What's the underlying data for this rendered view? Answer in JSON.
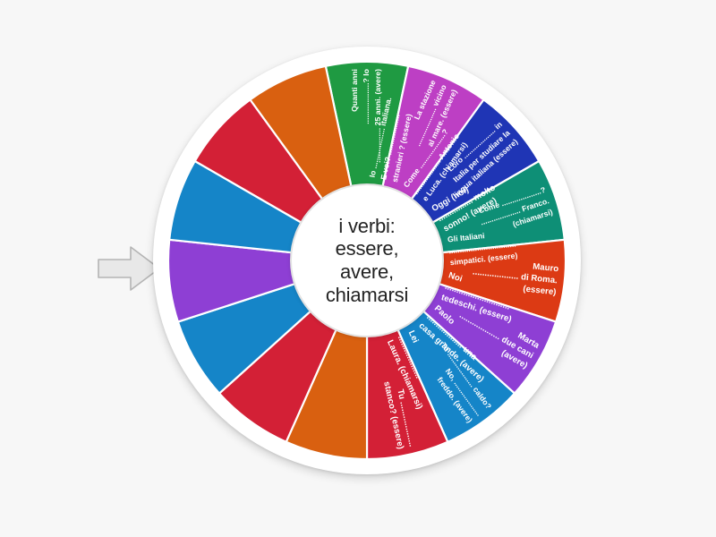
{
  "app": {
    "title": "Spinner wheel",
    "background_color": "#f7f7f7"
  },
  "pointer": {
    "name": "spin-pointer",
    "direction": "right",
    "fill": "#e8e8e8",
    "stroke": "#b4b4b4"
  },
  "wheel": {
    "hub_text": "i verbi:\nessere,\navere,\nchiamarsi",
    "hub_background": "#ffffff",
    "rim_color": "#ffffff",
    "segment_count": 15,
    "segments": [
      {
        "index": 1,
        "color": "#1F9A42",
        "color_name": "green",
        "lines": [
          "Quanti anni",
          "...................?  Io",
          "................ 25 anni. (avere)"
        ],
        "text": "Quanti anni ...................? Io ................ 25 anni. (avere)"
      },
      {
        "index": 2,
        "color": "#BD3FC4",
        "color_name": "magenta",
        "lines": [
          "La stazione",
          "................... vicino",
          "al mare. (essere)"
        ],
        "text": "La stazione ................... vicino al mare. (essere)"
      },
      {
        "index": 3,
        "color": "#1F35B5",
        "color_name": "blue",
        "lines": [
          "Loro ................... in",
          "Italia per studiare la",
          "lingua italiana (essere)"
        ],
        "text": "Loro ................... in Italia per studiare la lingua italiana (essere)"
      },
      {
        "index": 4,
        "color": "#0E8F76",
        "color_name": "teal",
        "lines": [
          "Come ...................?",
          "................... Franco.",
          "(chiamarsi)"
        ],
        "text": "Come ...................? ................... Franco. (chiamarsi)"
      },
      {
        "index": 5,
        "color": "#DC3A14",
        "color_name": "orange-red",
        "lines": [
          "Mauro",
          "................... di Roma.",
          "(essere)"
        ],
        "text": "Mauro ................... di Roma. (essere)"
      },
      {
        "index": 6,
        "color": "#8E3FD4",
        "color_name": "purple",
        "lines": [
          "Marta",
          "................... due cani",
          "(avere)"
        ],
        "text": "Marta ................... due cani (avere)"
      },
      {
        "index": 7,
        "color": "#1585C8",
        "color_name": "light-blue",
        "lines": [
          "Tu ................... caldo?",
          "No, ...................",
          "freddo. (avere)"
        ],
        "text": "Tu ................... caldo? No, ................... freddo. (avere)"
      },
      {
        "index": 8,
        "color": "#D32036",
        "color_name": "red",
        "lines": [
          "Tu ...................",
          "stanco? (essere)"
        ],
        "text": "Tu ................... stanco? (essere)"
      },
      {
        "index": 9,
        "color": "#D96010",
        "color_name": "orange",
        "lines": [
          "Io ................... italiana.",
          "E voi? ...................",
          "stranieri ? (essere)"
        ],
        "text": "Io ................... italiana. E voi? ................... stranieri ? (essere)"
      },
      {
        "index": 10,
        "color": "#D32036",
        "color_name": "red",
        "lines": [
          "Come ...................?",
          "................... Antonio",
          "e Luca. (chiamarsi)"
        ],
        "text": "Come ...................? ................... Antonio e Luca. (chiamarsi)"
      },
      {
        "index": 11,
        "color": "#1585C8",
        "color_name": "light-blue",
        "lines": [
          "Oggi (noi)",
          "................ molto",
          "sonno! (avere)"
        ],
        "text": "Oggi (noi) ................ molto sonno! (avere)"
      },
      {
        "index": 12,
        "color": "#8E3FD4",
        "color_name": "purple",
        "lines": [
          "Gli Italiani",
          "...............................",
          "simpatici. (essere)"
        ],
        "text": "Gli Italiani ............................... simpatici. (essere)"
      },
      {
        "index": 13,
        "color": "#1585C8",
        "color_name": "light-blue",
        "lines": [
          "Noi",
          "............................",
          "tedeschi. (essere)"
        ],
        "text": "Noi ............................ tedeschi. (essere)"
      },
      {
        "index": 14,
        "color": "#D32036",
        "color_name": "red",
        "lines": [
          "Paolo",
          "................... una",
          "casa grande. (avere)"
        ],
        "text": "Paolo ................... una casa grande. (avere)"
      },
      {
        "index": 15,
        "color": "#D96010",
        "color_name": "orange",
        "lines": [
          "Lei",
          "...................",
          "Laura. (chiamarsi)"
        ],
        "text": "Lei ................... Laura. (chiamarsi)"
      }
    ]
  }
}
